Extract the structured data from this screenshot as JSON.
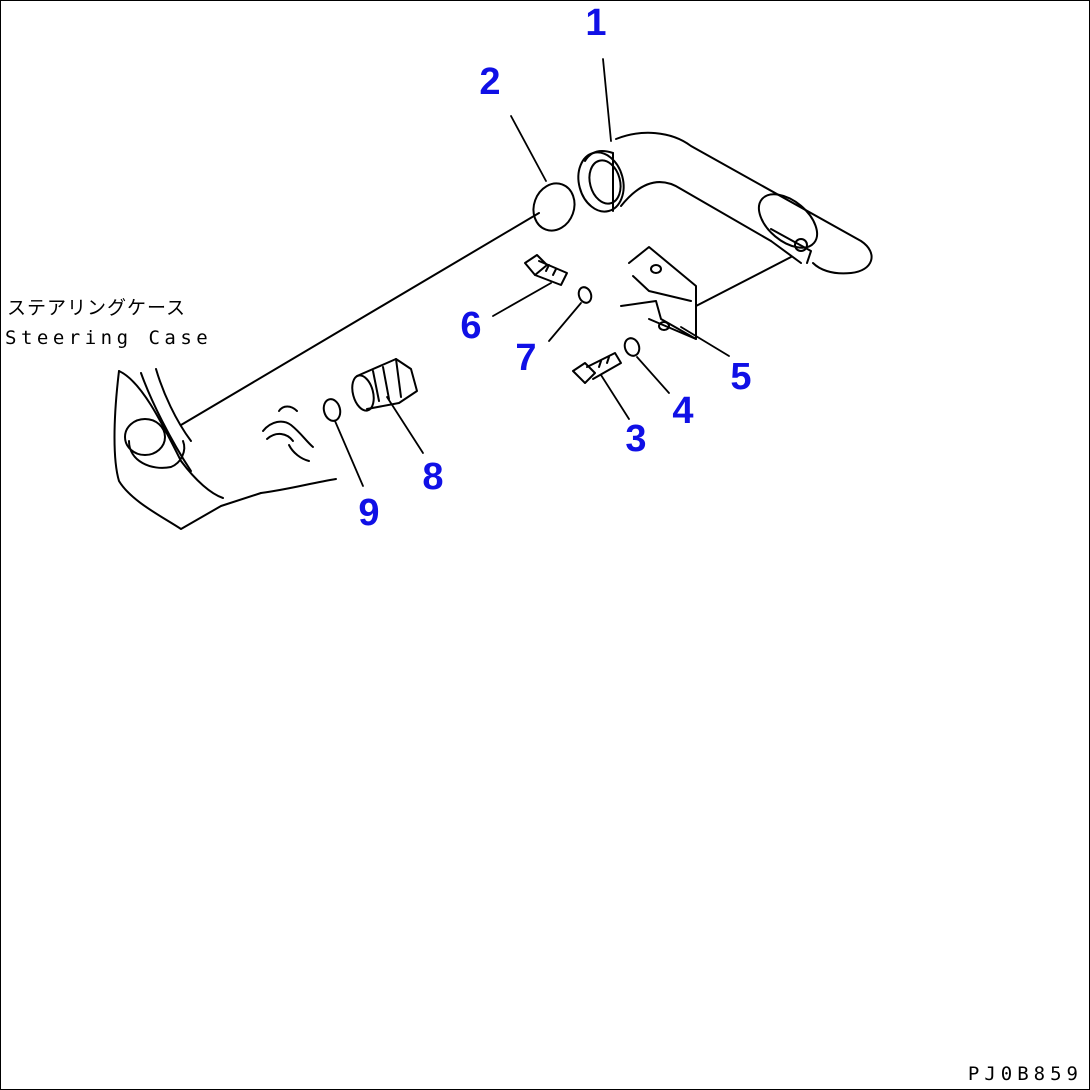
{
  "diagram": {
    "ink_color": "#000000",
    "callout_color": "#1010e6",
    "case_label_jp": "ステアリングケース",
    "case_label_en": "Steering Case",
    "drawing_code": "PJ0B859",
    "callouts": [
      {
        "id": "1",
        "label": "1"
      },
      {
        "id": "2",
        "label": "2"
      },
      {
        "id": "3",
        "label": "3"
      },
      {
        "id": "4",
        "label": "4"
      },
      {
        "id": "5",
        "label": "5"
      },
      {
        "id": "6",
        "label": "6"
      },
      {
        "id": "7",
        "label": "7"
      },
      {
        "id": "8",
        "label": "8"
      },
      {
        "id": "9",
        "label": "9"
      }
    ]
  }
}
